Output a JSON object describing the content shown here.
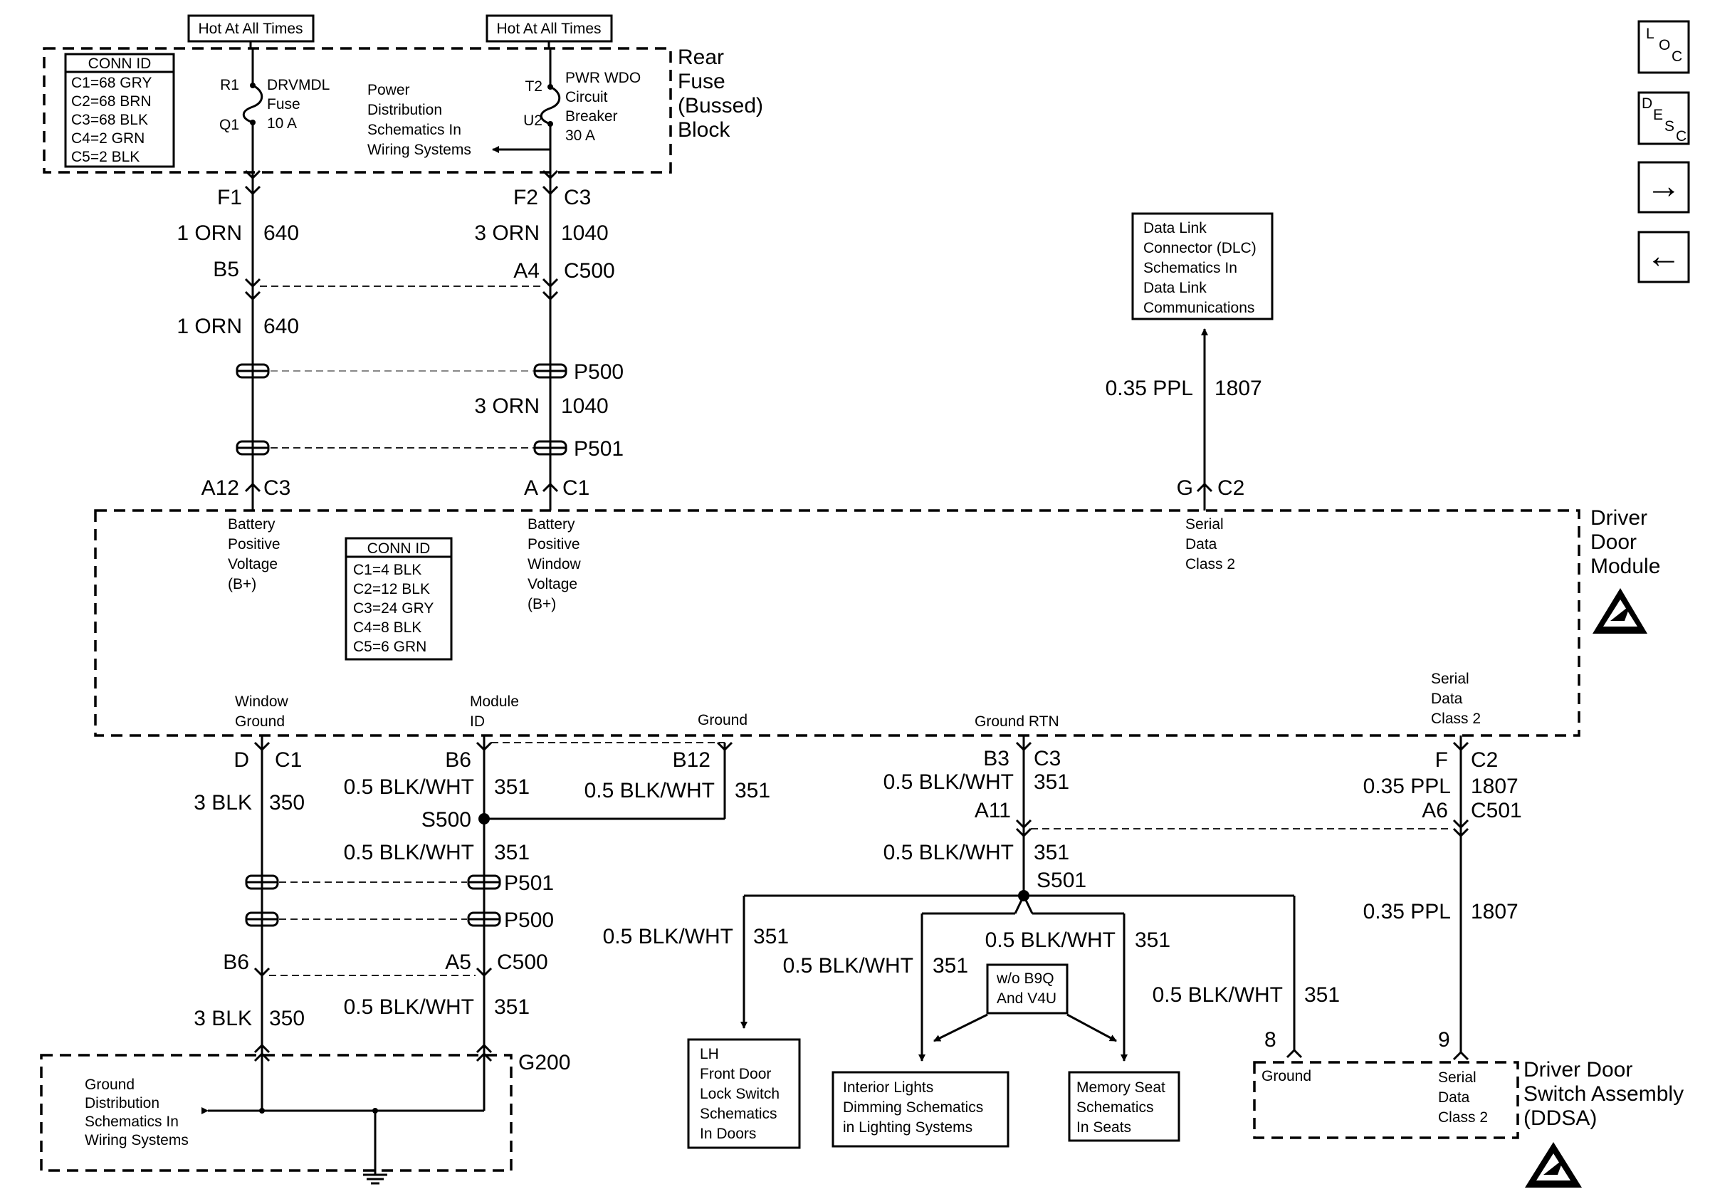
{
  "hot_labels": [
    "Hot At All Times",
    "Hot At All Times"
  ],
  "rear_fuse_block": {
    "title": [
      "Rear",
      "Fuse",
      "(Bussed)",
      "Block"
    ],
    "conn_id": {
      "header": "CONN ID",
      "rows": [
        "C1=68 GRY",
        "C2=68 BRN",
        "C3=68 BLK",
        "C4=2 GRN",
        "C5=2 BLK"
      ]
    },
    "fuse": {
      "pin_top": "R1",
      "pin_bottom": "Q1",
      "text": [
        "DRVMDL",
        "Fuse",
        "10 A"
      ]
    },
    "breaker": {
      "pin_top": "T2",
      "pin_bottom": "U2",
      "text": [
        "PWR WDO",
        "Circuit",
        "Breaker",
        "30 A"
      ]
    },
    "power_ref": [
      "Power",
      "Distribution",
      "Schematics In",
      "Wiring Systems"
    ]
  },
  "upper_wires": {
    "left": {
      "term1": "F1",
      "wire1": "1 ORN",
      "circuit1": "640",
      "term2": "B5",
      "wire2": "1 ORN",
      "circuit2": "640",
      "term3": "A12",
      "conn3": "C3"
    },
    "right": {
      "term1": "F2",
      "conn1": "C3",
      "wire1": "3 ORN",
      "circuit1": "1040",
      "term2": "A4",
      "conn2": "C500",
      "p500": "P500",
      "wire2": "3 ORN",
      "circuit2": "1040",
      "p501": "P501",
      "term3": "A",
      "conn3": "C1"
    },
    "dlc": {
      "wire": "0.35 PPL",
      "circuit": "1807",
      "term": "G",
      "conn": "C2"
    }
  },
  "dlc_box": [
    "Data Link",
    "Connector (DLC)",
    "Schematics In",
    "Data Link",
    "Communications"
  ],
  "driver_door_module": {
    "title": [
      "Driver",
      "Door",
      "Module"
    ],
    "conn_id": {
      "header": "CONN ID",
      "rows": [
        "C1=4 BLK",
        "C2=12 BLK",
        "C3=24 GRY",
        "C4=8 BLK",
        "C5=6 GRN"
      ]
    },
    "pin_labels": {
      "batt1": [
        "Battery",
        "Positive",
        "Voltage",
        "(B+)"
      ],
      "batt2": [
        "Battery",
        "Positive",
        "Window",
        "Voltage",
        "(B+)"
      ],
      "serial_top": [
        "Serial",
        "Data",
        "Class 2"
      ],
      "window_ground": [
        "Window",
        "Ground"
      ],
      "module_id": [
        "Module",
        "ID"
      ],
      "ground": "Ground",
      "ground_rtn": "Ground RTN",
      "serial_bottom": [
        "Serial",
        "Data",
        "Class 2"
      ]
    }
  },
  "lower_wires": {
    "window_ground": {
      "term": "D",
      "conn": "C1",
      "wire": "3 BLK",
      "circuit": "350",
      "term2": "B6",
      "wire2": "3 BLK",
      "circuit2": "350"
    },
    "module_id": {
      "term": "B6",
      "wire": "0.5 BLK/WHT",
      "circuit": "351",
      "splice": "S500",
      "wire2": "0.5 BLK/WHT",
      "circuit2": "351",
      "p501": "P501",
      "p500": "P500",
      "term2": "A5",
      "conn2": "C500",
      "wire3": "0.5 BLK/WHT",
      "circuit3": "351",
      "ground_id": "G200"
    },
    "ground": {
      "term": "B12",
      "wire": "0.5 BLK/WHT",
      "circuit": "351"
    },
    "ground_rtn": {
      "term": "B3",
      "conn": "C3",
      "wire": "0.5 BLK/WHT",
      "circuit": "351",
      "term2": "A11",
      "wire2": "0.5 BLK/WHT",
      "circuit2": "351",
      "splice": "S501"
    },
    "branches": [
      {
        "wire": "0.5 BLK/WHT",
        "circuit": "351"
      },
      {
        "wire": "0.5 BLK/WHT",
        "circuit": "351"
      },
      {
        "wire": "0.5 BLK/WHT",
        "circuit": "351"
      },
      {
        "wire": "0.5 BLK/WHT",
        "circuit": "351"
      }
    ],
    "serial": {
      "term": "F",
      "conn": "C2",
      "wire": "0.35 PPL",
      "circuit": "1807",
      "term2": "A6",
      "conn2": "C501",
      "wire2": "0.35 PPL",
      "circuit2": "1807"
    }
  },
  "option_box": [
    "w/o B9Q",
    "And V4U"
  ],
  "destinations": {
    "lh_door": [
      "LH",
      "Front Door",
      "Lock Switch",
      "Schematics",
      "In Doors"
    ],
    "interior": [
      "Interior Lights",
      "Dimming Schematics",
      "in Lighting Systems"
    ],
    "memory": [
      "Memory Seat",
      "Schematics",
      "In Seats"
    ],
    "ground_ref": [
      "Ground",
      "Distribution",
      "Schematics In",
      "Wiring Systems"
    ]
  },
  "ddsa": {
    "title": [
      "Driver Door",
      "Switch Assembly",
      "(DDSA)"
    ],
    "pin8": "8",
    "pin9": "9",
    "ground": "Ground",
    "serial": [
      "Serial",
      "Data",
      "Class 2"
    ]
  },
  "nav_buttons": {
    "loc": [
      "L",
      "O",
      "C"
    ],
    "desc": [
      "D",
      "E",
      "S",
      "C"
    ],
    "next": "→",
    "prev": "←"
  }
}
